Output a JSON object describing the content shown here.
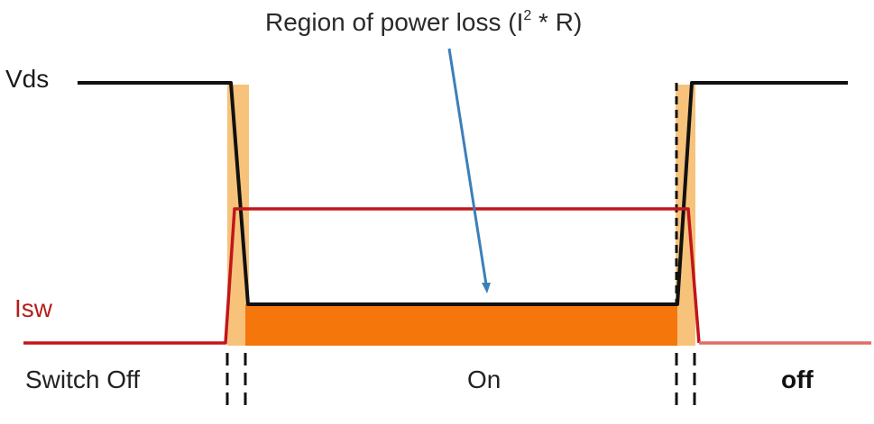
{
  "labels": {
    "title_prefix": "Region of power loss (I",
    "title_superscript": "2",
    "title_suffix": " * R)",
    "vds": "Vds",
    "isw": "Isw",
    "switch_off": "Switch Off",
    "on": "On",
    "off": "off"
  },
  "colors": {
    "vds_line": "#111111",
    "isw_line": "#c0161b",
    "isw_line_faded": "#e26a64",
    "conduction_loss_fill": "#f5760a",
    "switching_loss_fill": "#f7c37a",
    "arrow": "#3c7fb8",
    "dashed_markers": "#111111",
    "label_isw": "#b41e1e"
  }
}
